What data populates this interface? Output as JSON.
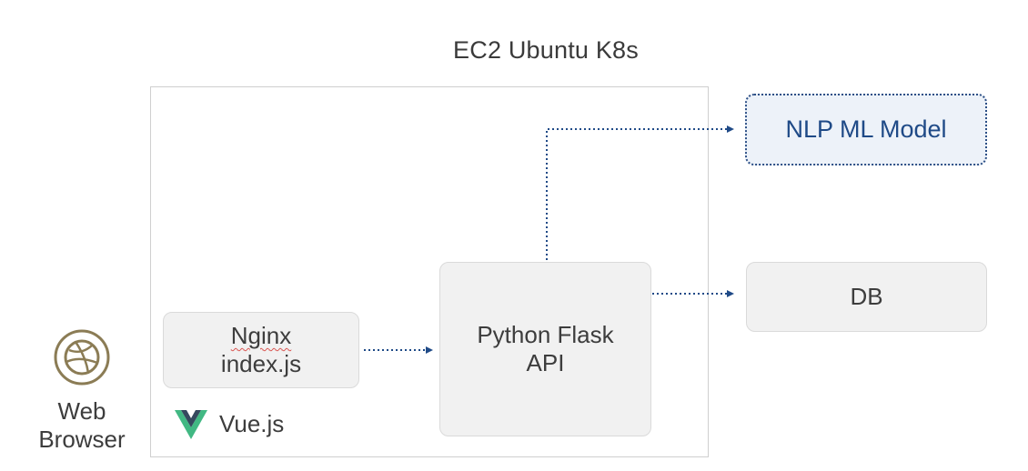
{
  "cluster": {
    "title": "EC2 Ubuntu K8s"
  },
  "nodes": {
    "nginx": {
      "line1": "Nginx",
      "line2": "index.js"
    },
    "flask": {
      "line1": "Python Flask",
      "line2": "API"
    },
    "nlp": {
      "label": "NLP ML Model"
    },
    "db": {
      "label": "DB"
    }
  },
  "client": {
    "line1": "Web",
    "line2": "Browser",
    "icon": "dribbble-icon"
  },
  "framework": {
    "label": "Vue.js",
    "icon": "vue-logo-icon"
  },
  "colors": {
    "connector": "#1f4a87",
    "icon_gold": "#8b7c55",
    "vue_green": "#41b883",
    "vue_dark": "#35495e"
  }
}
